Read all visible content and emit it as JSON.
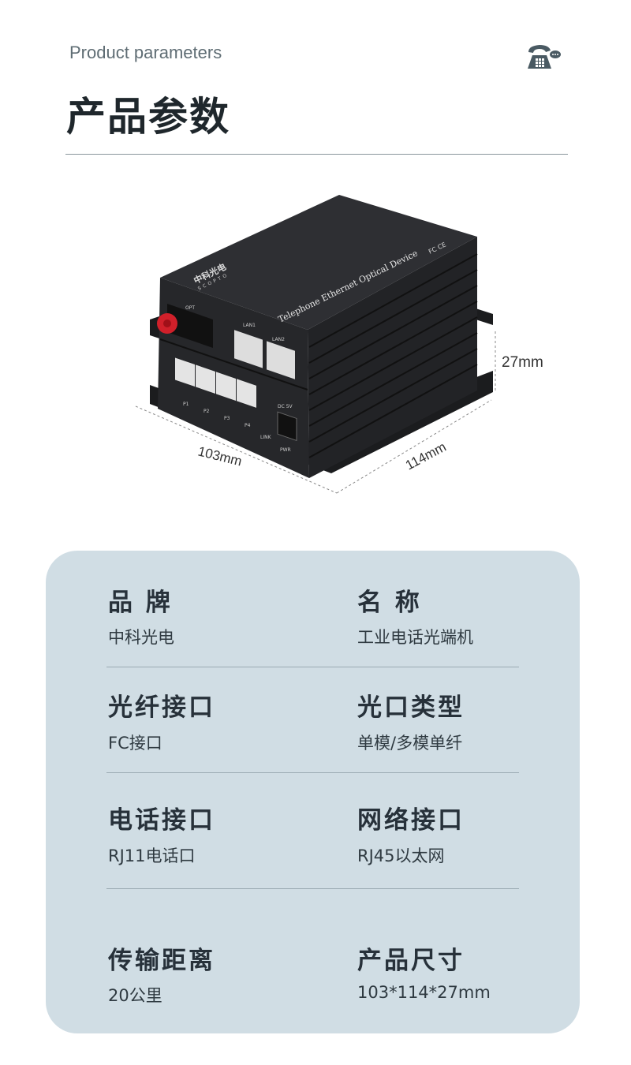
{
  "header": {
    "subtitle": "Product parameters",
    "title": "产品参数",
    "icon": "telephone-icon"
  },
  "device": {
    "model_text": "Telephone Ethernet Optical Device",
    "brand": "中科光电",
    "brand_en": "SCOPTO",
    "cert": "FC CE",
    "opt_label": "OPT",
    "lan_labels": [
      "LAN1",
      "LAN2"
    ],
    "phone_ports": [
      "P1",
      "P2",
      "P3",
      "P4"
    ],
    "link_label": "LINK",
    "pwr_label": "PWR",
    "dc_label": "DC 5V",
    "dimensions": {
      "width": "103mm",
      "depth": "114mm",
      "height": "27mm"
    }
  },
  "params": [
    {
      "label": "品 牌",
      "value": "中科光电"
    },
    {
      "label": "名 称",
      "value": "工业电话光端机"
    },
    {
      "label": "光纤接口",
      "value": "FC接口"
    },
    {
      "label": "光口类型",
      "value": "单模/多模单纤"
    },
    {
      "label": "电话接口",
      "value": "RJ11电话口"
    },
    {
      "label": "网络接口",
      "value": "RJ45以太网"
    },
    {
      "label": "传输距离",
      "value": "20公里"
    },
    {
      "label": "产品尺寸",
      "value": "103*114*27mm"
    }
  ],
  "colors": {
    "card_bg": "#d0dde4",
    "title": "#1f272c",
    "accent_icon": "#4a5a63"
  }
}
